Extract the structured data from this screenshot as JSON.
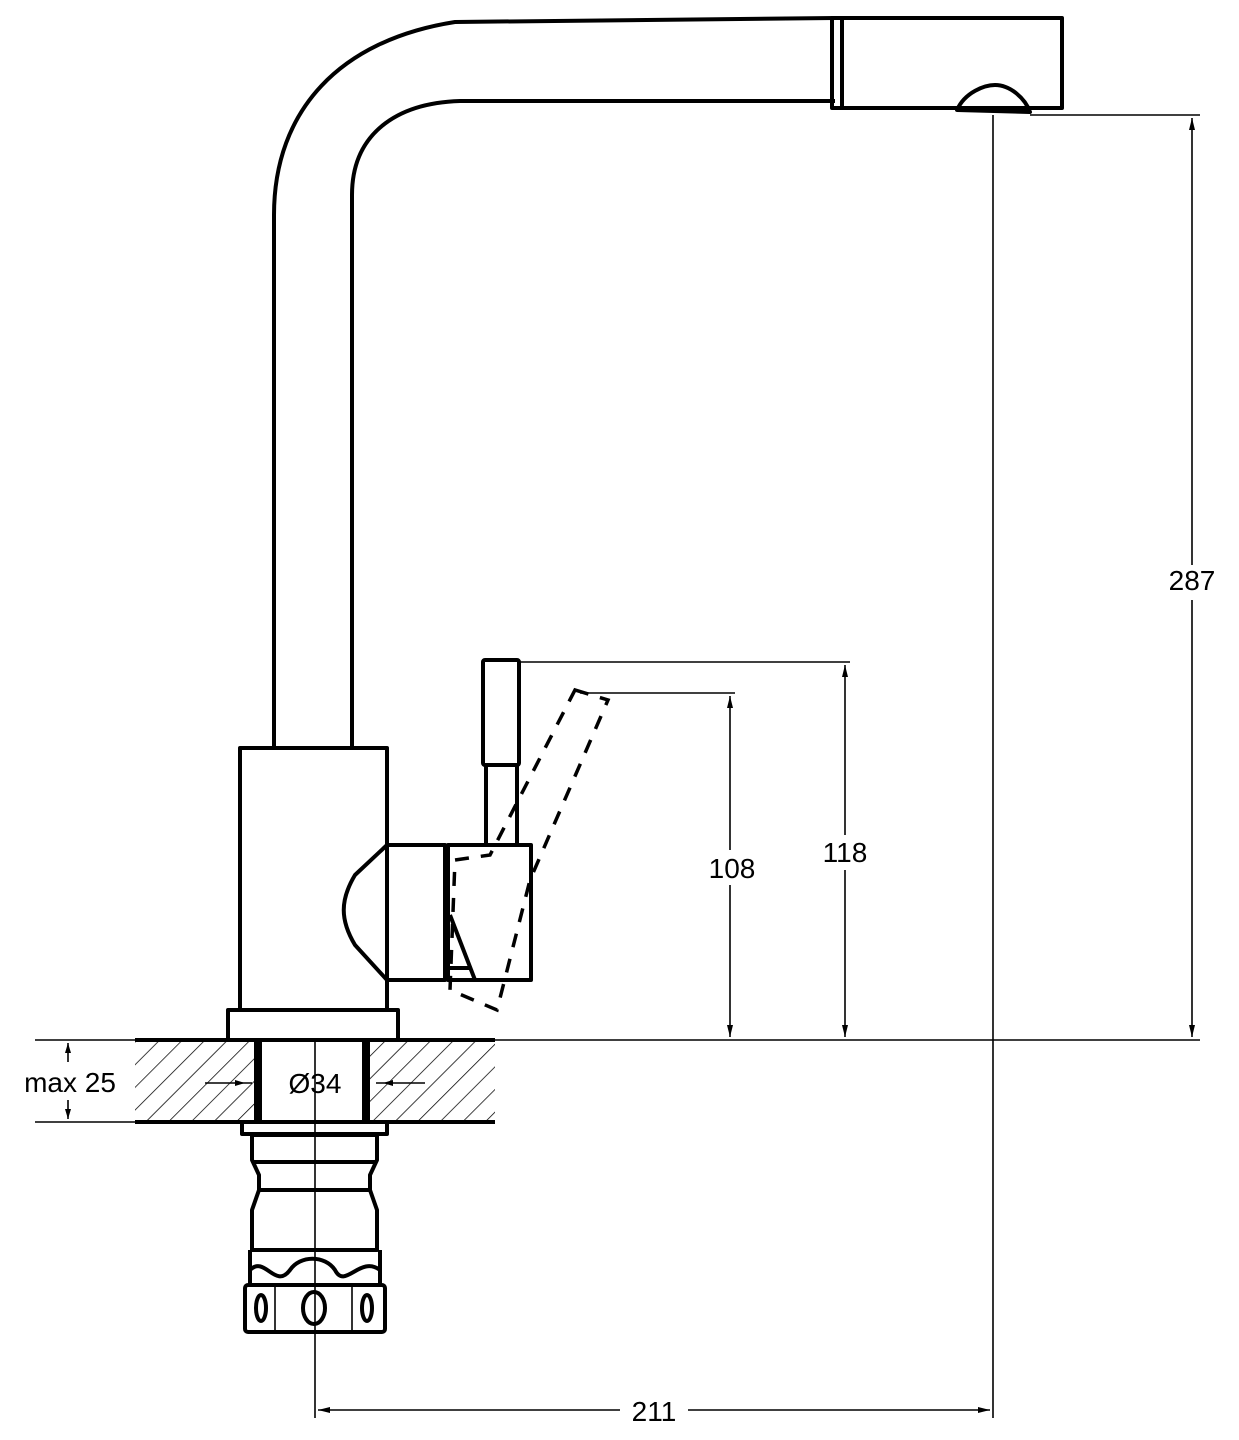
{
  "drawing": {
    "subject": "faucet",
    "dimensions": {
      "spout_height": "287",
      "spout_reach": "211",
      "lever_height": "118",
      "lever_open_height": "108",
      "mounting_hole_diameter": "Ø34",
      "max_countertop_thickness": "max 25"
    }
  }
}
